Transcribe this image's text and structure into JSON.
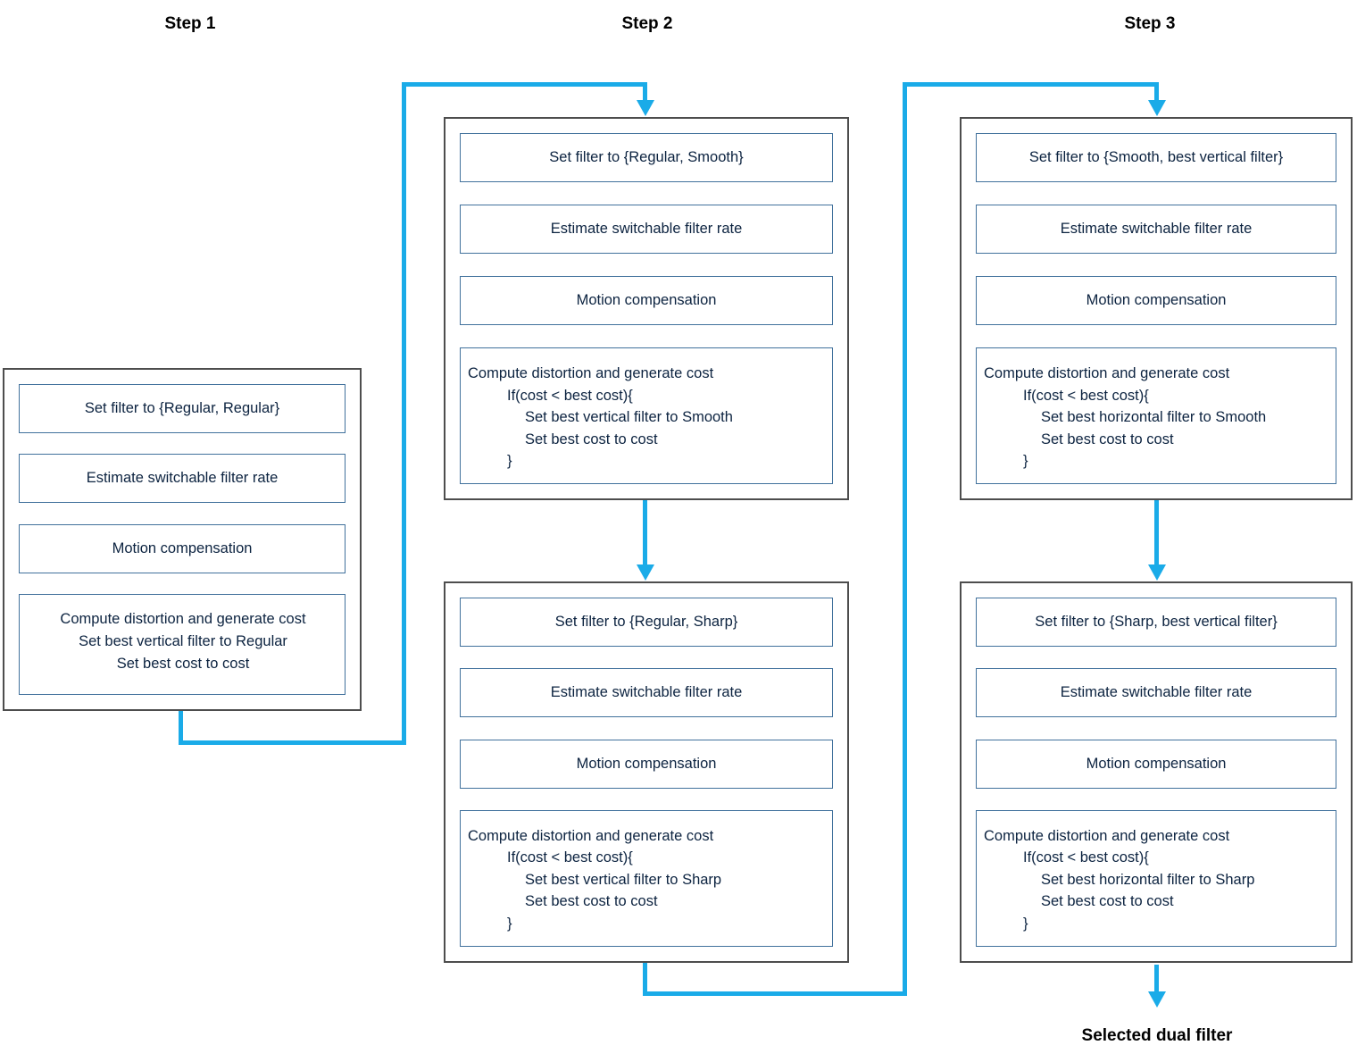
{
  "colors": {
    "accent": "#1aabe8",
    "outer_border": "#4d4d4d",
    "inner_border": "#41719c",
    "text": "#0c2340"
  },
  "steps": [
    {
      "label": "Step 1",
      "boxes": [
        {
          "items": [
            "Set filter to {Regular, Regular}",
            "Estimate switchable filter rate",
            "Motion compensation"
          ],
          "compute": [
            {
              "text": "Compute distortion and generate cost",
              "indent": 0
            },
            {
              "text": "Set best vertical filter to Regular",
              "indent": 0
            },
            {
              "text": "Set best cost to cost",
              "indent": 0
            }
          ]
        }
      ]
    },
    {
      "label": "Step 2",
      "boxes": [
        {
          "items": [
            "Set filter to {Regular, Smooth}",
            "Estimate switchable filter rate",
            "Motion compensation"
          ],
          "compute": [
            {
              "text": "Compute distortion and generate cost",
              "indent": 0
            },
            {
              "text": "If(cost < best cost){",
              "indent": 1
            },
            {
              "text": "Set best vertical filter to Smooth",
              "indent": 2
            },
            {
              "text": "Set best cost to cost",
              "indent": 2
            },
            {
              "text": "}",
              "indent": 1
            }
          ]
        },
        {
          "items": [
            "Set filter to {Regular, Sharp}",
            "Estimate switchable filter rate",
            "Motion compensation"
          ],
          "compute": [
            {
              "text": "Compute distortion and generate cost",
              "indent": 0
            },
            {
              "text": "If(cost < best cost){",
              "indent": 1
            },
            {
              "text": "Set best vertical filter to Sharp",
              "indent": 2
            },
            {
              "text": "Set best cost to cost",
              "indent": 2
            },
            {
              "text": "}",
              "indent": 1
            }
          ]
        }
      ]
    },
    {
      "label": "Step 3",
      "boxes": [
        {
          "items": [
            "Set filter to {Smooth, best vertical filter}",
            "Estimate switchable filter rate",
            "Motion compensation"
          ],
          "compute": [
            {
              "text": "Compute distortion and generate cost",
              "indent": 0
            },
            {
              "text": "If(cost < best cost){",
              "indent": 1
            },
            {
              "text": "Set best horizontal filter to Smooth",
              "indent": 2
            },
            {
              "text": "Set best cost to cost",
              "indent": 2
            },
            {
              "text": "}",
              "indent": 1
            }
          ]
        },
        {
          "items": [
            "Set filter to {Sharp, best vertical filter}",
            "Estimate switchable filter rate",
            "Motion compensation"
          ],
          "compute": [
            {
              "text": "Compute distortion and generate cost",
              "indent": 0
            },
            {
              "text": "If(cost < best cost){",
              "indent": 1
            },
            {
              "text": "Set best horizontal filter to Sharp",
              "indent": 2
            },
            {
              "text": "Set best cost to cost",
              "indent": 2
            },
            {
              "text": "}",
              "indent": 1
            }
          ]
        }
      ]
    }
  ],
  "result_label": "Selected dual filter"
}
